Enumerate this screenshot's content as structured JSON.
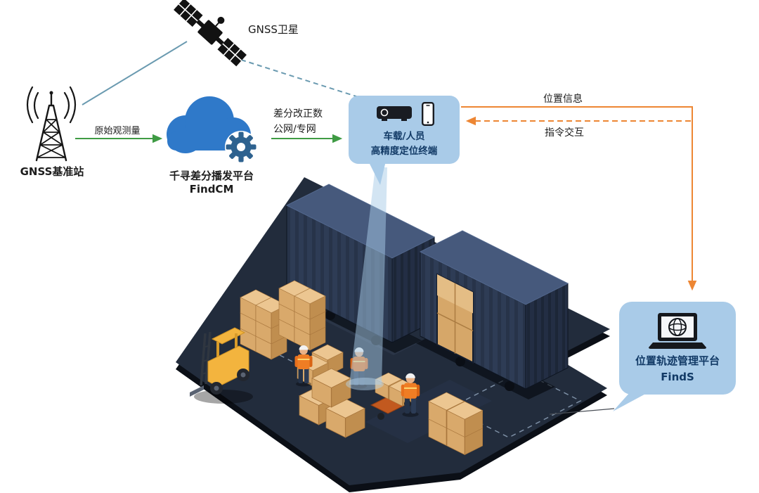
{
  "diagram": {
    "satellite": {
      "label": "GNSS卫星"
    },
    "base_station": {
      "label": "GNSS基准站"
    },
    "cloud_platform": {
      "name": "千寻差分播发平台",
      "product": "FindCM"
    },
    "terminal_bubble": {
      "line1": "车载/人员",
      "line2": "高精度定位终端"
    },
    "management_bubble": {
      "name": "位置轨迹管理平台",
      "product": "FindS"
    },
    "flows": {
      "raw_observation": "原始观测量",
      "correction_line1": "差分改正数",
      "correction_line2": "公网/专网",
      "position_info": "位置信息",
      "command_interaction": "指令交互"
    },
    "icons": {
      "satellite": "satellite-icon",
      "base_station": "radio-tower-icon",
      "cloud": "cloud-icon",
      "gear": "gear-icon",
      "terminal_device": "vehicle-terminal-icon",
      "phone": "smartphone-icon",
      "laptop": "laptop-globe-icon",
      "warehouse": "warehouse-scene"
    },
    "colors": {
      "bubble_blue": "#a9cbe8",
      "arrow_green": "#3f9b44",
      "arrow_orange": "#ed8633",
      "line_teal": "#6a9ab0",
      "text_navy": "#123a66",
      "platform_navy": "#222c3c",
      "container_navy": "#2e3c55",
      "crate_tan": "#d9a96b",
      "forklift_yellow": "#f3b43e",
      "cloud_blue": "#2f79c9"
    }
  }
}
